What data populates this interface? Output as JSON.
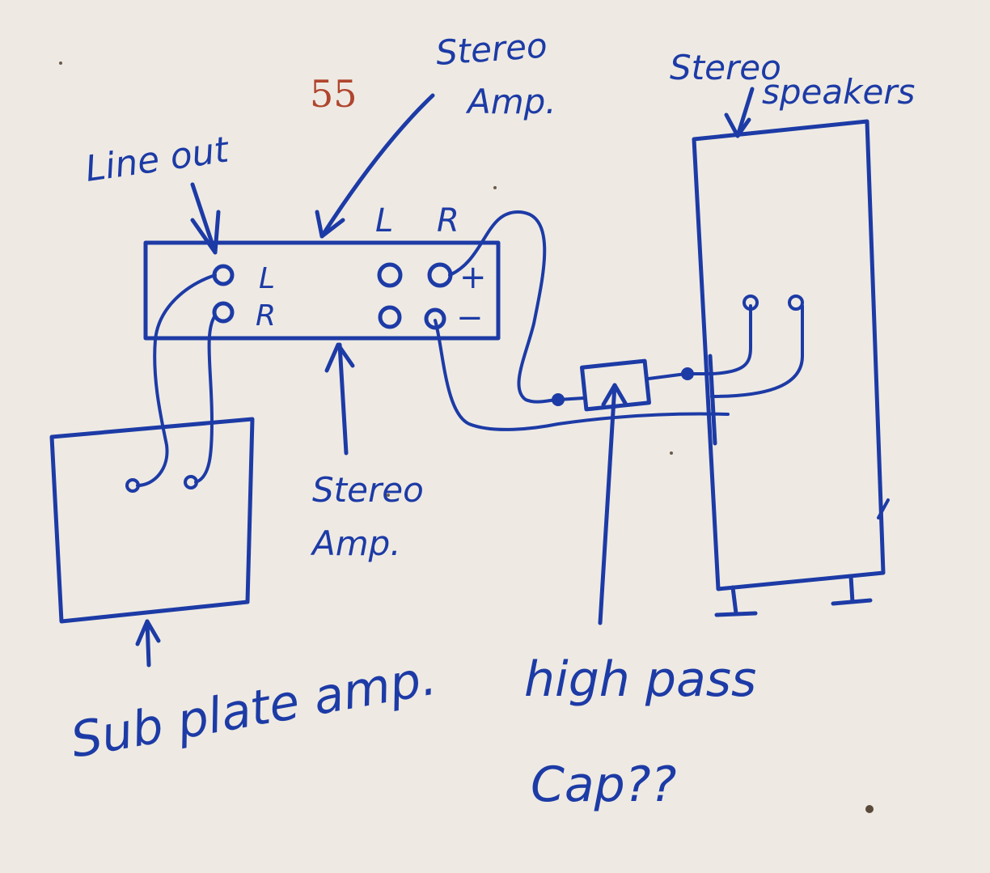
{
  "page_number": "55",
  "labels": {
    "line_out": "Line out",
    "stereo_amp_top_1": "Stereo",
    "stereo_amp_top_2": "Amp.",
    "stereo_speakers_1": "Stereo",
    "stereo_speakers_2": "speakers",
    "stereo_amp_mid_1": "Stereo",
    "stereo_amp_mid_2": "Amp.",
    "sub_plate_amp": "Sub plate amp.",
    "high_pass_1": "high pass",
    "high_pass_2": "Cap??"
  },
  "amp": {
    "out_header_l": "L",
    "out_header_r": "R",
    "line_l": "L",
    "line_r": "R",
    "plus": "+",
    "minus": "−"
  },
  "colors": {
    "ink": "#1d3ba6",
    "page_number": "#b0452e",
    "paper": "#eeeae3"
  }
}
